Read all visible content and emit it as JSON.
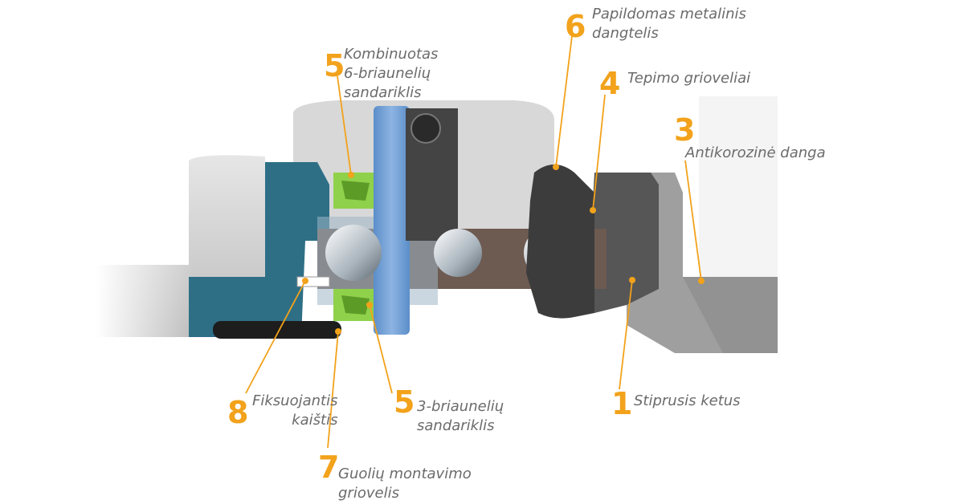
{
  "colors": {
    "accent": "#f2a21b",
    "label_text": "#6b6b6b",
    "housing_gray": "#c9c9c9",
    "section_blue": "#2e6f86",
    "shaft_blue": "#6f9ccf",
    "seal_green": "#8fd14a",
    "dark_metal": "#4a4a4a"
  },
  "callouts": [
    {
      "id": "c6",
      "number": "6",
      "label": "Papildomas metalinis\ndangtelis"
    },
    {
      "id": "c5a",
      "number": "5",
      "label": "Kombinuotas\n6-briaunelių\nsandariklis"
    },
    {
      "id": "c4",
      "number": "4",
      "label": "Tepimo grioveliai"
    },
    {
      "id": "c3",
      "number": "3",
      "label": "Antikorozinė danga"
    },
    {
      "id": "c8",
      "number": "8",
      "label": "Fiksuojantis\nkaištis"
    },
    {
      "id": "c5b",
      "number": "5",
      "label": "3-briaunelių\nsandariklis"
    },
    {
      "id": "c1",
      "number": "1",
      "label": "Stiprusis ketus"
    },
    {
      "id": "c7",
      "number": "7",
      "label": "Guolių montavimo\ngriovelis"
    }
  ]
}
